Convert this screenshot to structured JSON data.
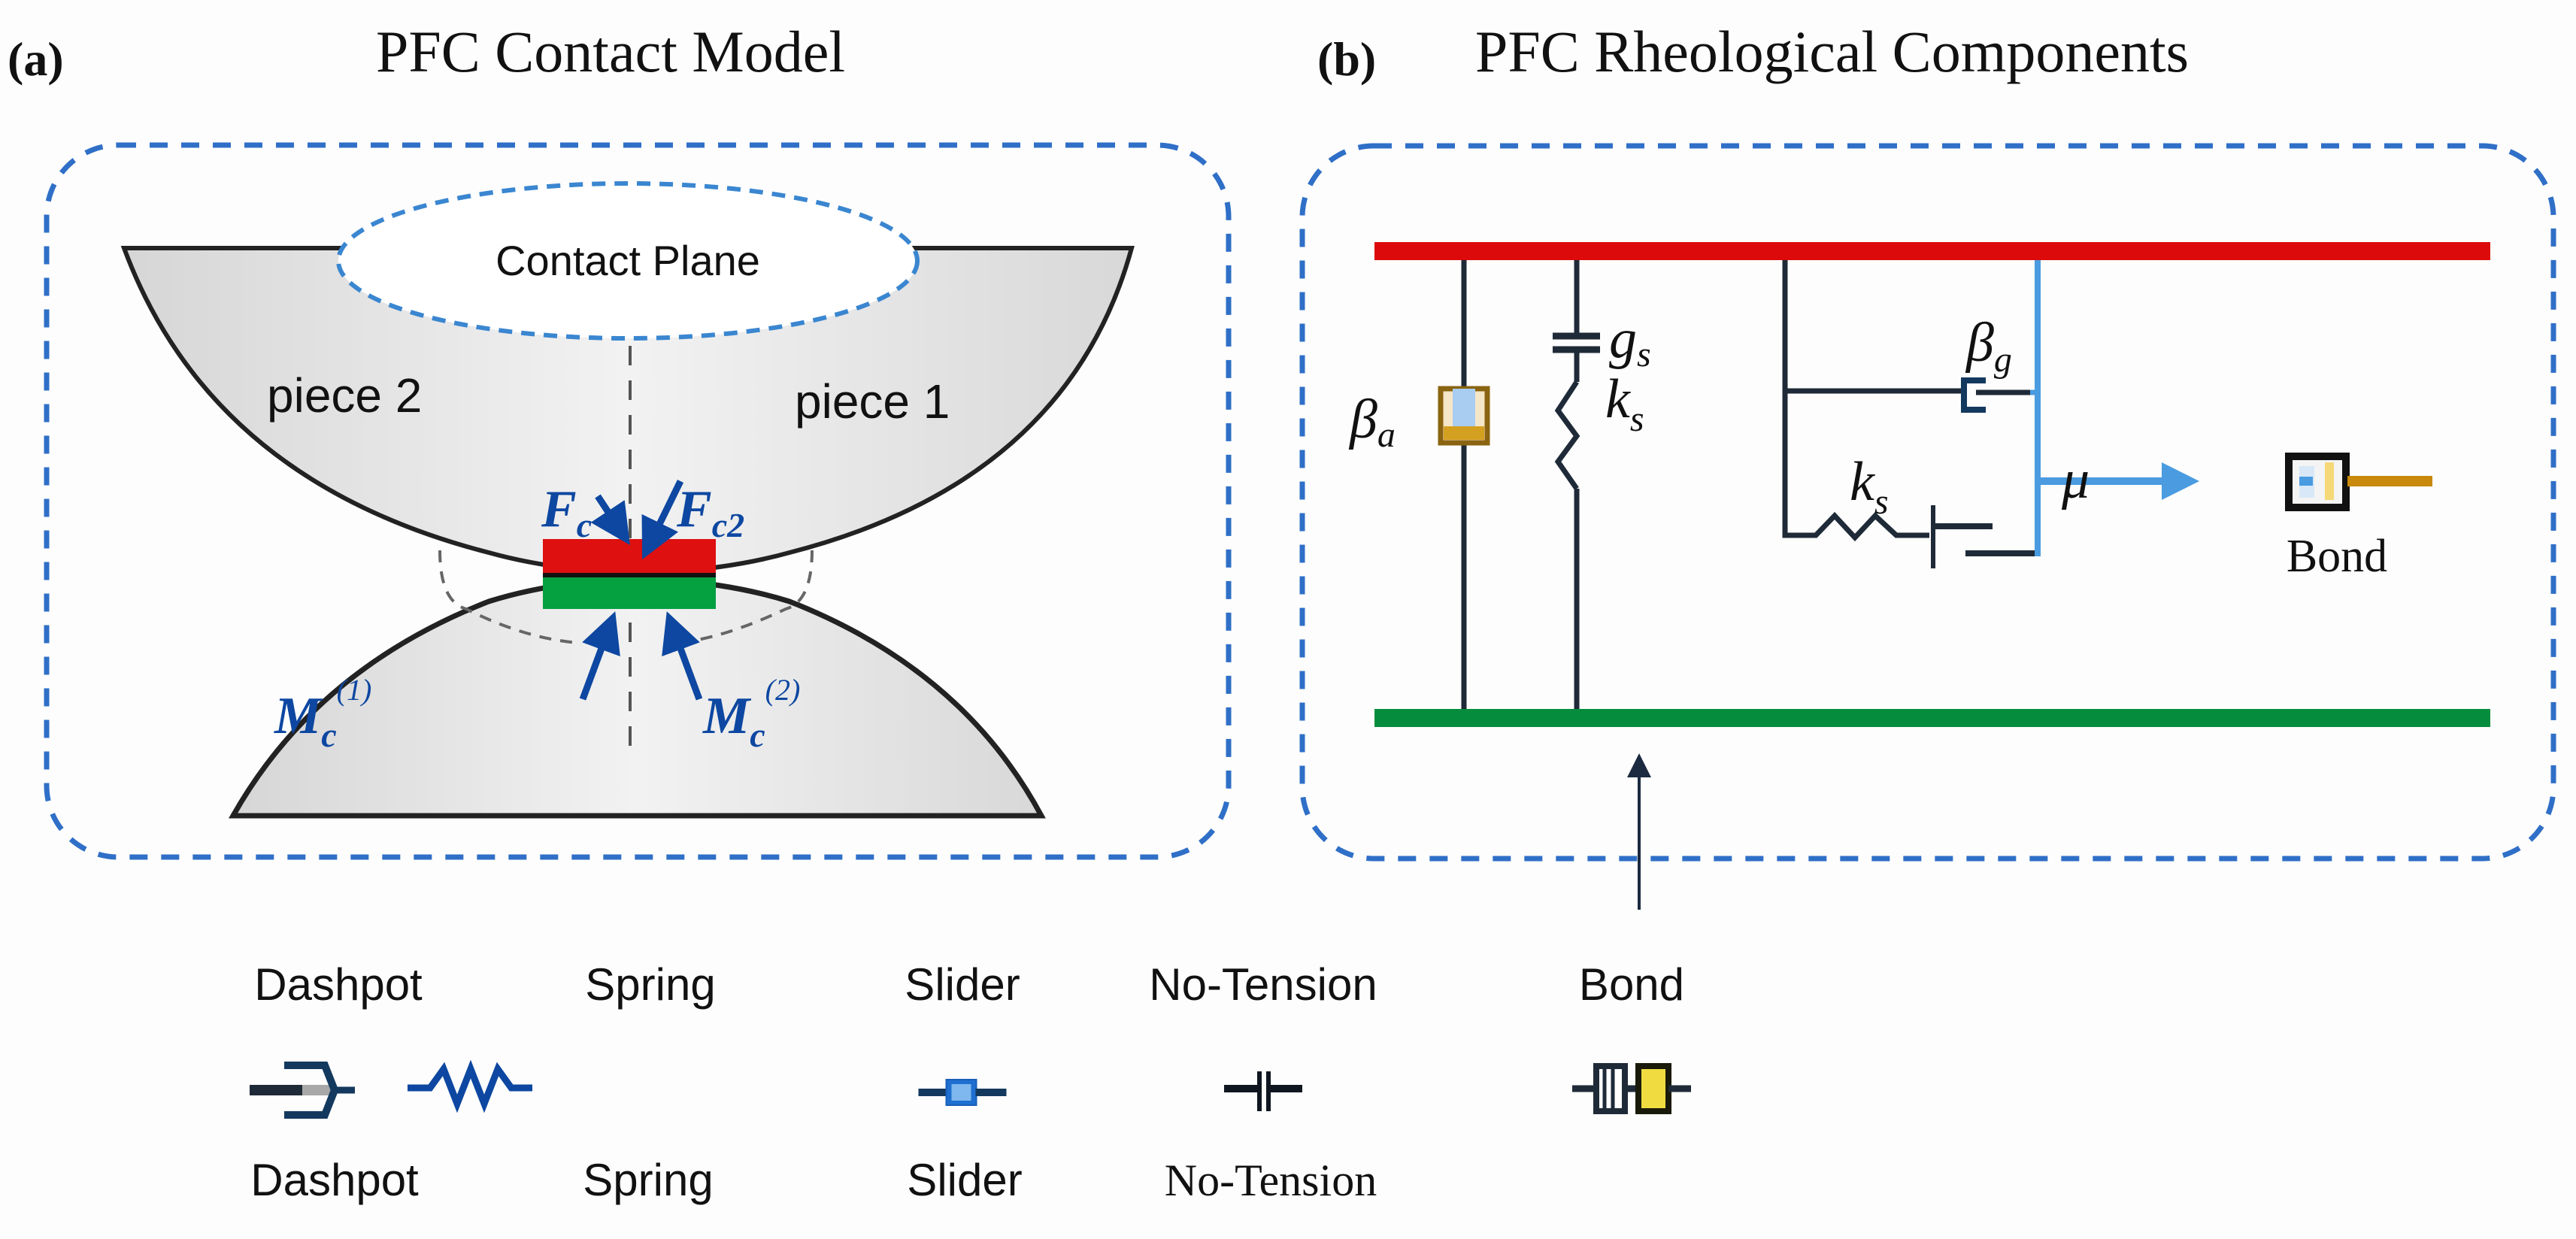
{
  "panel_a": {
    "label": "(a)",
    "title": "PFC Contact Model",
    "contact_plane_label": "Contact Plane",
    "piece_left_label": "piece 2",
    "piece_right_label": "piece 1",
    "forces": [
      {
        "symbol": "F",
        "subscript": "c",
        "superscript": ""
      },
      {
        "symbol": "F",
        "subscript": "c2",
        "superscript": ""
      }
    ],
    "moments": [
      {
        "symbol": "M",
        "subscript": "c",
        "superscript": "(1)"
      },
      {
        "symbol": "M",
        "subscript": "c",
        "superscript": "(2)"
      }
    ],
    "colors": {
      "frame": "#2f6fc7",
      "contact_top": "#de1010",
      "contact_bottom": "#05a03f",
      "arrow": "#0d47a1",
      "piece_fill": "#e3e3e3"
    }
  },
  "panel_b": {
    "label": "(b)",
    "title": "PFC Rheological Components",
    "symbols": {
      "beta_a": {
        "symbol": "β",
        "subscript": "a"
      },
      "g_s": {
        "symbol": "g",
        "subscript": "s"
      },
      "k_s_vertical": {
        "symbol": "k",
        "subscript": "s"
      },
      "beta_g": {
        "symbol": "β",
        "subscript": "g"
      },
      "k_s_horizontal": {
        "symbol": "k",
        "subscript": "s"
      },
      "mu": {
        "symbol": "μ",
        "subscript": ""
      }
    },
    "bond_label": "Bond",
    "colors": {
      "top_bar": "#dc0a0a",
      "bottom_bar": "#058c3c",
      "wire": "#1f2a38",
      "blue_wire": "#4a9be0",
      "dashpot_gold": "#b8860b"
    }
  },
  "legend": {
    "items": [
      {
        "top_label": "Dashpot",
        "bottom_label": "Dashpot",
        "icon": "dashpot-icon"
      },
      {
        "top_label": "Spring",
        "bottom_label": "Spring",
        "icon": "spring-icon"
      },
      {
        "top_label": "Slider",
        "bottom_label": "Slider",
        "icon": "slider-icon"
      },
      {
        "top_label": "No-Tension",
        "bottom_label": "No-Tension",
        "icon": "no-tension-icon"
      },
      {
        "top_label": "Bond",
        "bottom_label": "",
        "icon": "bond-icon"
      }
    ]
  }
}
